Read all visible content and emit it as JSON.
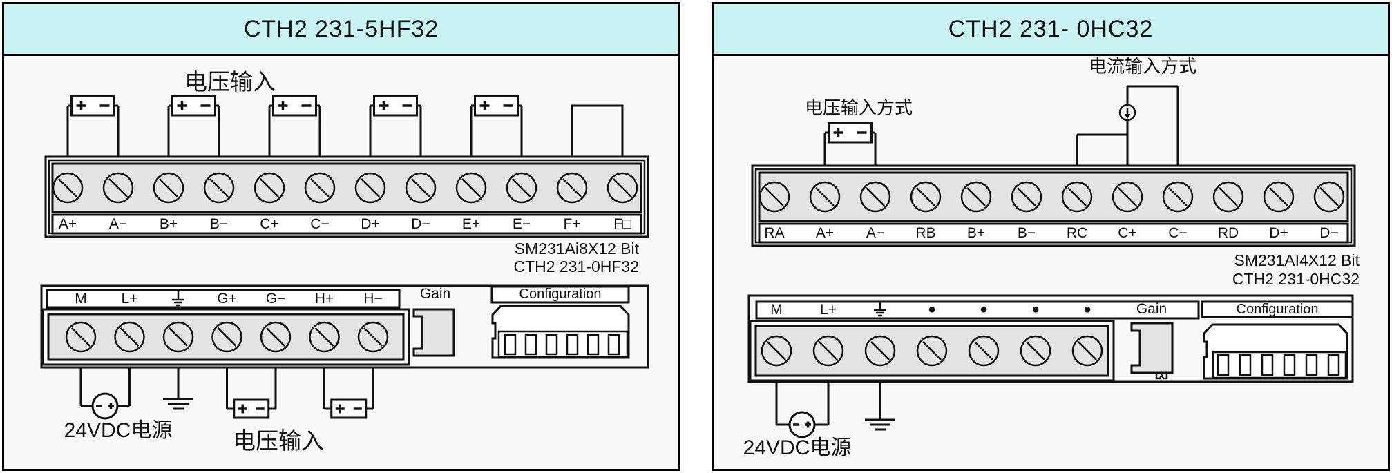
{
  "colors": {
    "header_bg": "#c9f2f4",
    "panel_bg": "#f8f8f8",
    "strip_fill": "#e3e3e3",
    "line": "#000000"
  },
  "left_panel": {
    "title": "CTH2 231-5HF32",
    "top_input_label": "电压输入",
    "top_terminals": [
      "A+",
      "A−",
      "B+",
      "B−",
      "C+",
      "C−",
      "D+",
      "D−",
      "E+",
      "E−",
      "F+",
      "F□"
    ],
    "model_line1": "SM231Ai8X12 Bit",
    "model_line2": "CTH2 231-0HF32",
    "bottom_terminals": [
      "M",
      "L+",
      "⏚",
      "G+",
      "G−",
      "H+",
      "H−"
    ],
    "gain_label": "Gain",
    "configuration_label": "Configuration",
    "power_label": "24VDC电源",
    "bottom_input_label": "电压输入"
  },
  "right_panel": {
    "title": "CTH2 231- 0HC32",
    "voltage_input_label": "电压输入方式",
    "current_input_label": "电流输入方式",
    "top_terminals": [
      "RA",
      "A+",
      "A−",
      "RB",
      "B+",
      "B−",
      "RC",
      "C+",
      "C−",
      "RD",
      "D+",
      "D−"
    ],
    "model_line1": "SM231AI4X12 Bit",
    "model_line2": "CTH2 231-0HC32",
    "bottom_terminals": [
      "M",
      "L+",
      "⏚",
      "●",
      "●",
      "●",
      "●"
    ],
    "gain_label": "Gain",
    "configuration_label": "Configuration",
    "power_label": "24VDC电源"
  }
}
